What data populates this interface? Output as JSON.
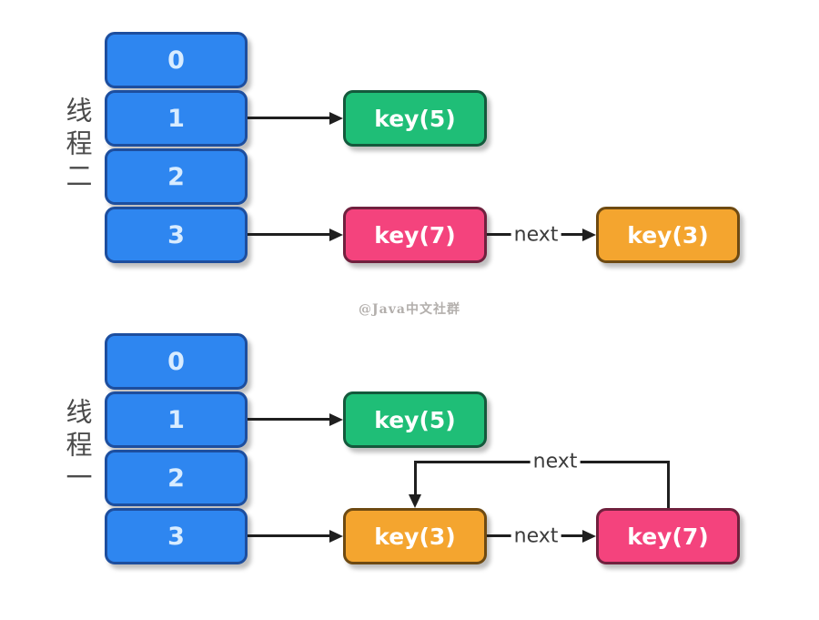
{
  "watermark": "@Java中文社群",
  "labels": {
    "next": "next"
  },
  "colors": {
    "bucket_blue": "#2E86F0",
    "bucket_border": "#1d4e9e",
    "node_green": "#1FBE77",
    "node_pink": "#F4437D",
    "node_orange": "#F4A52F",
    "line": "#1f1f1f",
    "thread_text": "#4b4b4b",
    "watermark_text": "#b3afac"
  },
  "diagrams": [
    {
      "thread_label": "线程二",
      "buckets": [
        "0",
        "1",
        "2",
        "3"
      ],
      "nodes": {
        "key5": {
          "label": "key(5)",
          "color": "green"
        },
        "key7": {
          "label": "key(7)",
          "color": "pink"
        },
        "key3": {
          "label": "key(3)",
          "color": "orange"
        }
      },
      "edges": [
        {
          "from": "bucket-1",
          "to": "key5",
          "label": ""
        },
        {
          "from": "bucket-3",
          "to": "key7",
          "label": ""
        },
        {
          "from": "key7",
          "to": "key3",
          "label": "next"
        }
      ]
    },
    {
      "thread_label": "线程一",
      "buckets": [
        "0",
        "1",
        "2",
        "3"
      ],
      "nodes": {
        "key5": {
          "label": "key(5)",
          "color": "green"
        },
        "key3": {
          "label": "key(3)",
          "color": "orange"
        },
        "key7": {
          "label": "key(7)",
          "color": "pink"
        }
      },
      "edges": [
        {
          "from": "bucket-1",
          "to": "key5",
          "label": ""
        },
        {
          "from": "bucket-3",
          "to": "key3",
          "label": ""
        },
        {
          "from": "key3",
          "to": "key7",
          "label": "next"
        },
        {
          "from": "key7",
          "to": "key3",
          "label": "next",
          "path": "loop-over-top"
        }
      ]
    }
  ]
}
